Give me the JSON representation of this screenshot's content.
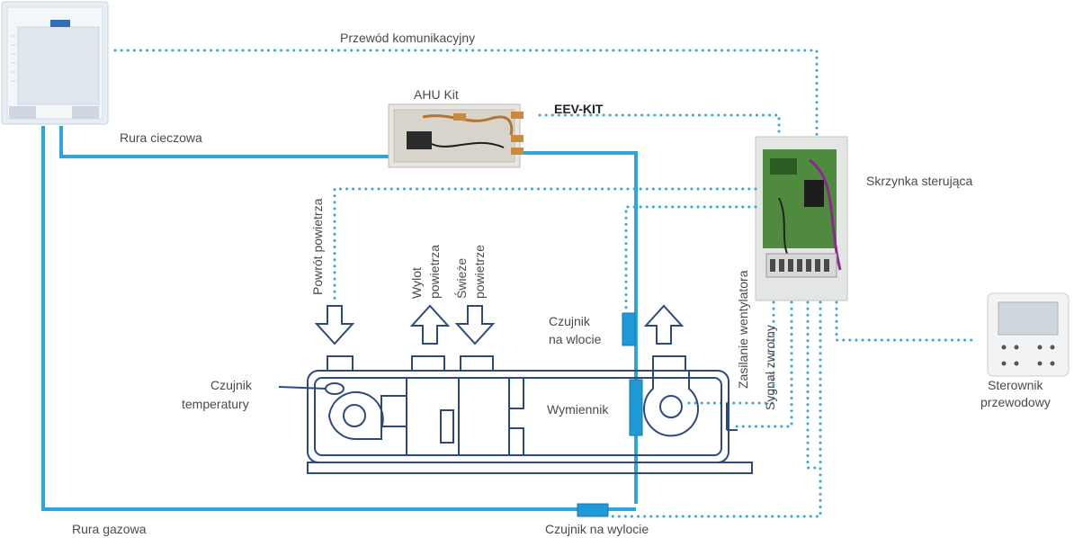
{
  "labels": {
    "comm_wire": "Przewód komunikacyjny",
    "ahu_kit": "AHU Kit",
    "eev_kit": "EEV-KIT",
    "liquid_pipe": "Rura cieczowa",
    "control_box": "Skrzynka sterująca",
    "return_air": "Powrót powietrza",
    "air_outlet_1": "Wylot",
    "air_outlet_2": "powietrza",
    "fresh_air_1": "Świeże",
    "fresh_air_2": "powietrze",
    "fan_power": "Zasilanie wentylatora",
    "feedback_signal": "Sygnał zwrotny",
    "inlet_sensor_1": "Czujnik",
    "inlet_sensor_2": "na wlocie",
    "temp_sensor_1": "Czujnik",
    "temp_sensor_2": "temperatury",
    "heat_exchanger": "Wymiennik",
    "wired_controller_1": "Sterownik",
    "wired_controller_2": "przewodowy",
    "gas_pipe": "Rura gazowa",
    "outlet_sensor": "Czujnik na wylocie"
  },
  "colors": {
    "pipe": "#2ea3dc",
    "signal_wire": "#3aa9d8",
    "unit_outline": "#2e4a7d",
    "sensor": "#1e9bd7"
  }
}
